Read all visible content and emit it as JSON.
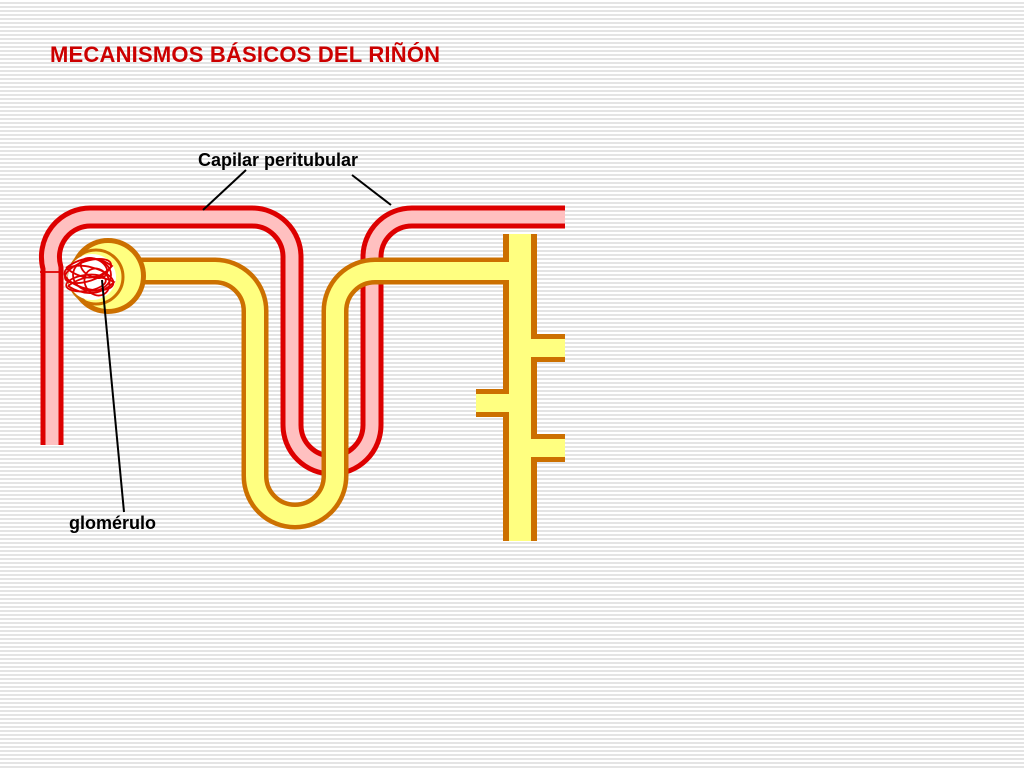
{
  "slide": {
    "title": "MECANISMOS BÁSICOS DEL RIÑÓN"
  },
  "diagram": {
    "labels": {
      "capilar": "Capilar peritubular",
      "glomerulo": "glomérulo"
    },
    "structures": [
      "peritubular-capillary",
      "glomerulus",
      "bowman-capsule",
      "renal-tubule",
      "collecting-duct"
    ]
  },
  "colors": {
    "title": "#cc0000",
    "capillary_fill": "#ffc0c0",
    "capillary_outline": "#dd0000",
    "tubule_fill": "#ffff80",
    "tubule_outline": "#cc7000",
    "pointer_line": "#000000"
  }
}
